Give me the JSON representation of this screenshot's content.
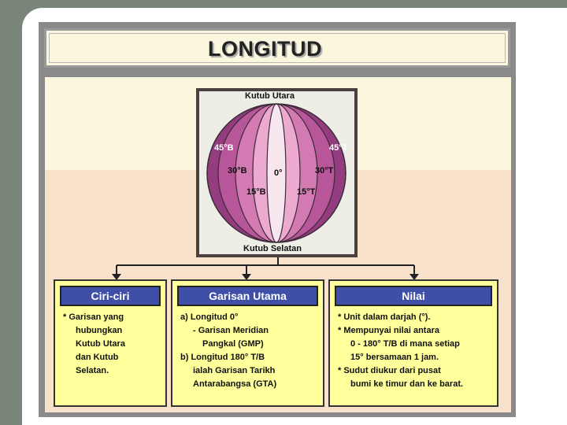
{
  "title": "LONGITUD",
  "globe": {
    "north_label": "Kutub Utara",
    "south_label": "Kutub Selatan",
    "labels": {
      "w45": "45°B",
      "e45": "45°T",
      "w30": "30°B",
      "center": "0°",
      "e30": "30°T",
      "w15": "15°B",
      "e15": "15°T"
    },
    "colors": {
      "center": "#f8e6ef",
      "band1": "#ecaad0",
      "band2": "#d47ab3",
      "band3": "#b8569a",
      "band4": "#943c80"
    }
  },
  "boxes": [
    {
      "heading": "Ciri-ciri",
      "lines": [
        {
          "text": "* Garisan yang",
          "indent": 0
        },
        {
          "text": "hubungkan",
          "indent": 1
        },
        {
          "text": "Kutub Utara",
          "indent": 1
        },
        {
          "text": "dan Kutub",
          "indent": 1
        },
        {
          "text": "Selatan.",
          "indent": 1
        }
      ]
    },
    {
      "heading": "Garisan Utama",
      "lines": [
        {
          "text": "a) Longitud 0°",
          "indent": 0
        },
        {
          "text": "- Garisan Meridian",
          "indent": 1
        },
        {
          "text": "Pangkal (GMP)",
          "indent": 2
        },
        {
          "text": "b) Longitud 180° T/B",
          "indent": 0
        },
        {
          "text": "ialah Garisan Tarikh",
          "indent": 1
        },
        {
          "text": "Antarabangsa (GTA)",
          "indent": 1
        }
      ]
    },
    {
      "heading": "Nilai",
      "lines": [
        {
          "text": "* Unit dalam darjah (°).",
          "indent": 0
        },
        {
          "text": "* Mempunyai nilai antara",
          "indent": 0
        },
        {
          "text": "0 - 180° T/B di mana setiap",
          "indent": 1
        },
        {
          "text": "15° bersamaan 1 jam.",
          "indent": 1
        },
        {
          "text": "* Sudut diukur dari pusat",
          "indent": 0
        },
        {
          "text": "bumi ke timur dan ke barat.",
          "indent": 1
        }
      ]
    }
  ]
}
